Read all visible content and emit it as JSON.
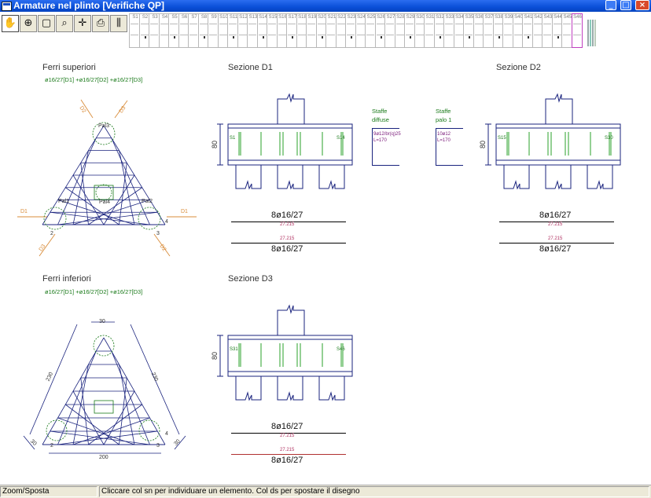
{
  "window": {
    "title": "Armature nel plinto [Verifiche QP]"
  },
  "toolbar": {
    "tools": [
      "hand-icon",
      "zoom-window-icon",
      "zoom-rect-icon",
      "zoom-magnify-icon",
      "crosshair-icon",
      "print-icon",
      "rebar-icon"
    ],
    "sections": [
      "S1",
      "S2",
      "S3",
      "S4",
      "S5",
      "S6",
      "S7",
      "S8",
      "S9",
      "S10",
      "S11",
      "S12",
      "S13",
      "S14",
      "S15",
      "S16",
      "S17",
      "S18",
      "S19",
      "S20",
      "S21",
      "S22",
      "S23",
      "S24",
      "S25",
      "S26",
      "S27",
      "S28",
      "S29",
      "S30",
      "S31",
      "S32",
      "S33",
      "S34",
      "S35",
      "S36",
      "S37",
      "S38",
      "S39",
      "S40",
      "S41",
      "S42",
      "S43",
      "S44",
      "S45",
      "S46"
    ],
    "selected_section": "S46"
  },
  "top": {
    "title": "Ferri superiori",
    "bars": "ø16/27[D1] +ø16/27[D2] +ø16/27[D3]",
    "marks": {
      "d1": "D1",
      "d2": "D2",
      "d3": "D3",
      "n2": "2",
      "n3": "3",
      "n4": "4",
      "p1": "Pal1",
      "p2": "Pal2",
      "p3": "Pal3",
      "p4": "Pal4"
    }
  },
  "bottom": {
    "title": "Ferri inferiori",
    "bars": "ø16/27[D1] +ø16/27[D2] +ø16/27[D3]",
    "dims": {
      "top": "30",
      "left": "230",
      "right": "230",
      "base": "200",
      "bl": "30",
      "br": "30"
    },
    "marks": {
      "n2": "2",
      "n3": "3",
      "n4": "4"
    }
  },
  "sections": [
    {
      "title": "Sezione D1",
      "height": "80",
      "left_tag": "S1",
      "right_tag": "S14",
      "top_label": "8ø16/27",
      "top_sub": "27.215",
      "bottom_sub": "27.215",
      "bottom_label": "8ø16/27"
    },
    {
      "title": "Sezione D2",
      "height": "80",
      "left_tag": "S15",
      "right_tag": "S30",
      "top_label": "8ø16/27",
      "top_sub": "27.215",
      "bottom_sub": "27.215",
      "bottom_label": "8ø16/27"
    },
    {
      "title": "Sezione D3",
      "height": "80",
      "left_tag": "S31",
      "right_tag": "S46",
      "top_label": "8ø16/27",
      "top_sub": "27.215",
      "bottom_sub": "27.215",
      "bottom_label": "8ø16/27"
    }
  ],
  "stirrups": [
    {
      "title1": "Staffe",
      "title2": "diffuse",
      "spec1": "9ø12/br(q)25",
      "spec2": "L=170"
    },
    {
      "title1": "Staffe",
      "title2": "palo 1",
      "spec1": "10ø12",
      "spec2": "L=170"
    }
  ],
  "status": {
    "mode": "Zoom/Sposta",
    "hint": "Cliccare col sn per individuare un elemento. Col ds per spostare il disegno"
  },
  "colors": {
    "title_bar": "#0a4fd8",
    "green": "#1a7a1a",
    "navy": "#1a237e",
    "orange": "#d98c3a",
    "magenta": "#c040c0"
  }
}
